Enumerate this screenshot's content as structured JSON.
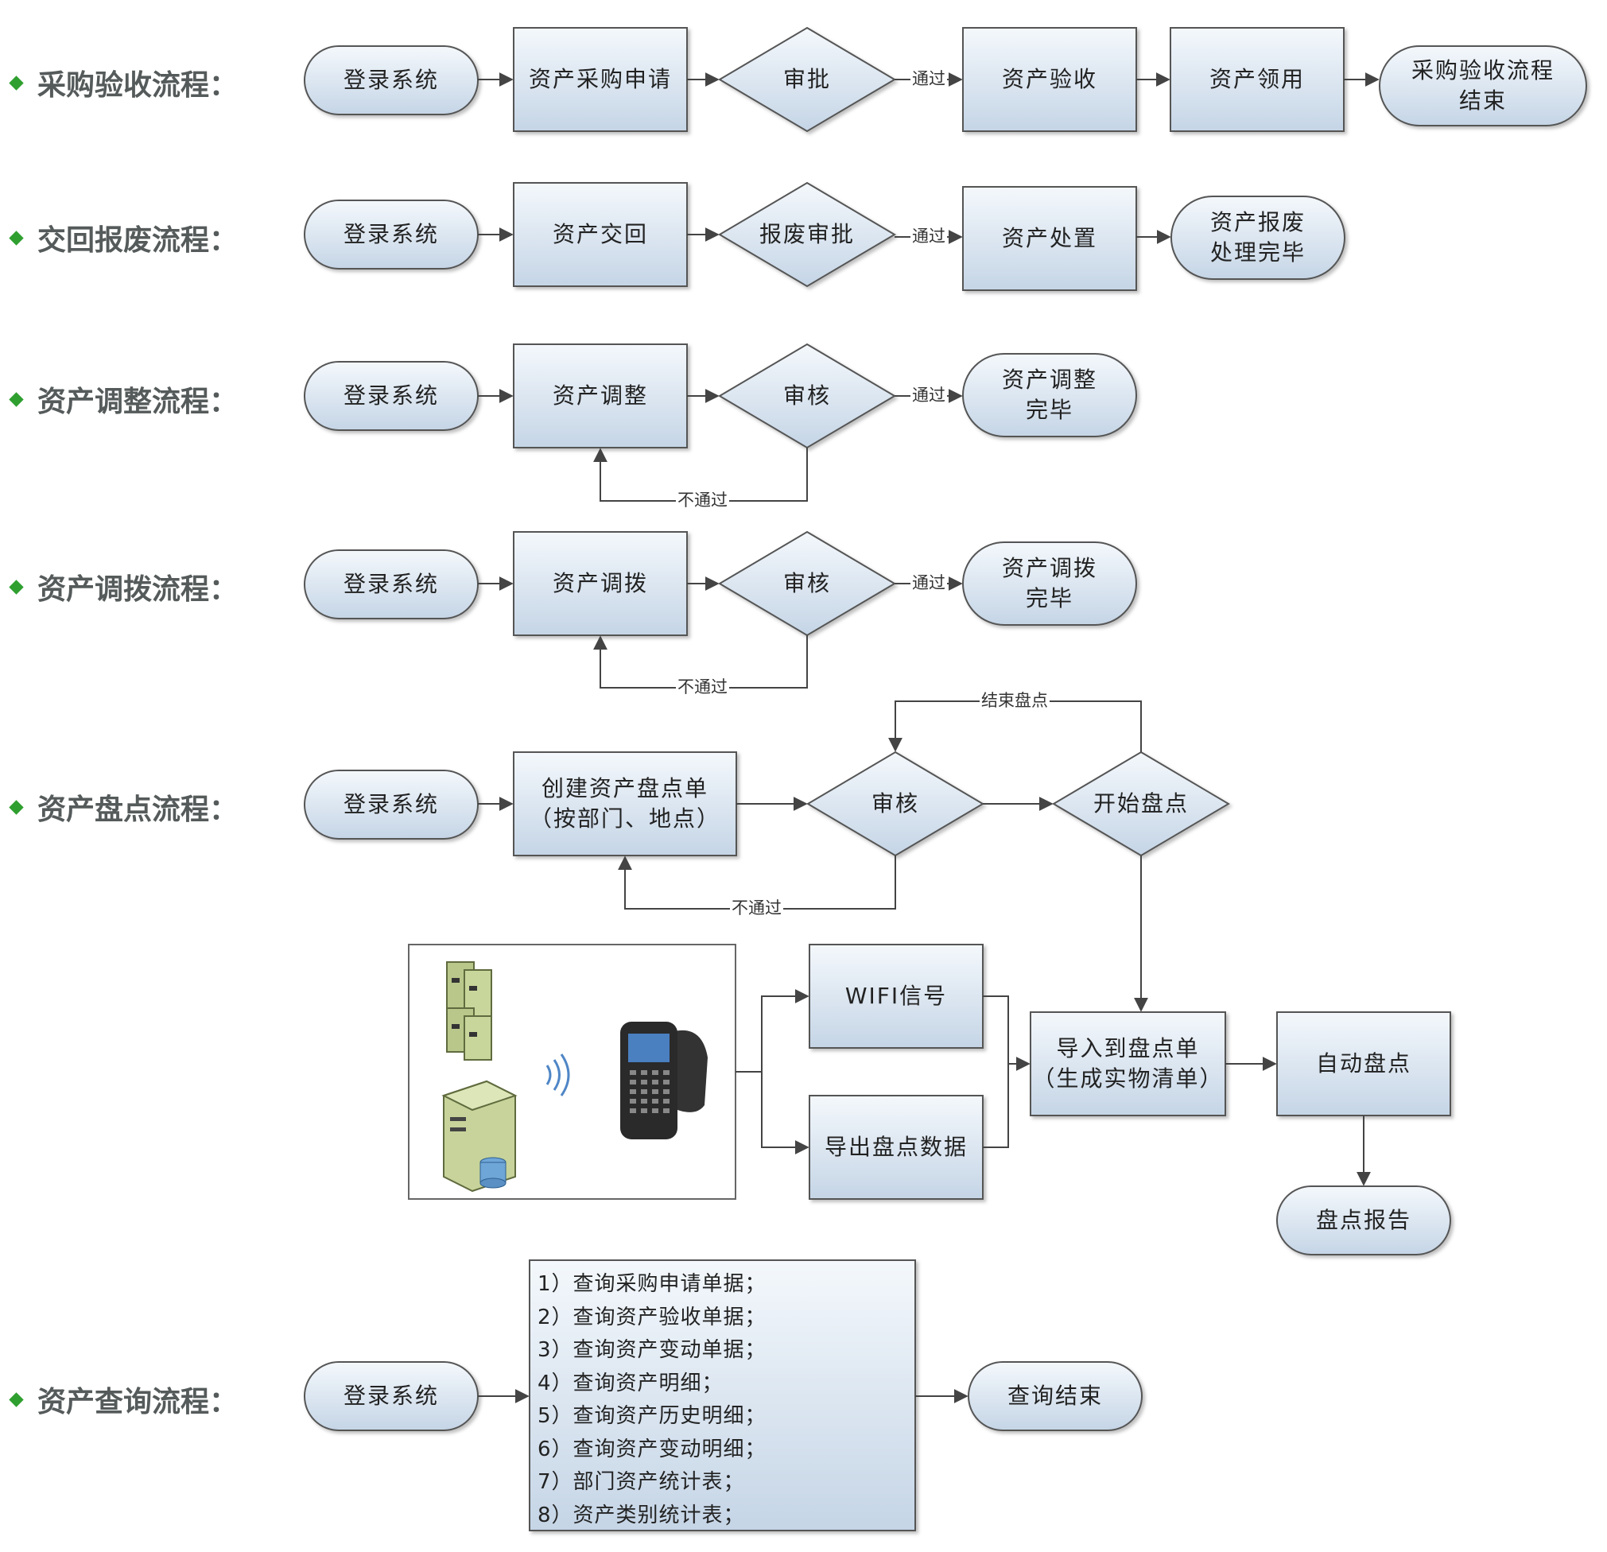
{
  "sections": [
    {
      "title": "采购验收流程："
    },
    {
      "title": "交回报废流程："
    },
    {
      "title": "资产调整流程："
    },
    {
      "title": "资产调拨流程："
    },
    {
      "title": "资产盘点流程："
    },
    {
      "title": "资产查询流程："
    }
  ],
  "procurement": {
    "login": "登录系统",
    "apply": "资产采购申请",
    "approve": "审批",
    "pass": "通过",
    "accept": "资产验收",
    "claim": "资产领用",
    "end": "采购验收流程\n结束"
  },
  "scrap": {
    "login": "登录系统",
    "return": "资产交回",
    "approve": "报废审批",
    "pass": "通过",
    "dispose": "资产处置",
    "end": "资产报废\n处理完毕"
  },
  "adjust": {
    "login": "登录系统",
    "adjust": "资产调整",
    "review": "审核",
    "pass": "通过",
    "fail": "不通过",
    "end": "资产调整\n完毕"
  },
  "transfer": {
    "login": "登录系统",
    "transfer": "资产调拨",
    "review": "审核",
    "pass": "通过",
    "fail": "不通过",
    "end": "资产调拨\n完毕"
  },
  "inventory": {
    "login": "登录系统",
    "create": "创建资产盘点单\n（按部门、地点）",
    "review": "审核",
    "fail": "不通过",
    "start": "开始盘点",
    "finish": "结束盘点",
    "wifi": "WIFI信号",
    "export": "导出盘点数据",
    "import": "导入到盘点单\n（生成实物清单）",
    "auto": "自动盘点",
    "report": "盘点报告"
  },
  "query": {
    "login": "登录系统",
    "items": [
      "1）查询采购申请单据；",
      "2）查询资产验收单据；",
      "3）查询资产变动单据；",
      "4）查询资产明细；",
      "5）查询资产历史明细；",
      "6）查询资产变动明细；",
      "7）部门资产统计表；",
      "8）资产类别统计表；"
    ],
    "end": "查询结束"
  },
  "colors": {
    "bullet": "#2f9f2f",
    "title": "#555a5a",
    "node_fill_top": "#f4f8fc",
    "node_fill_bottom": "#c5d5e6",
    "stroke": "#555555"
  }
}
